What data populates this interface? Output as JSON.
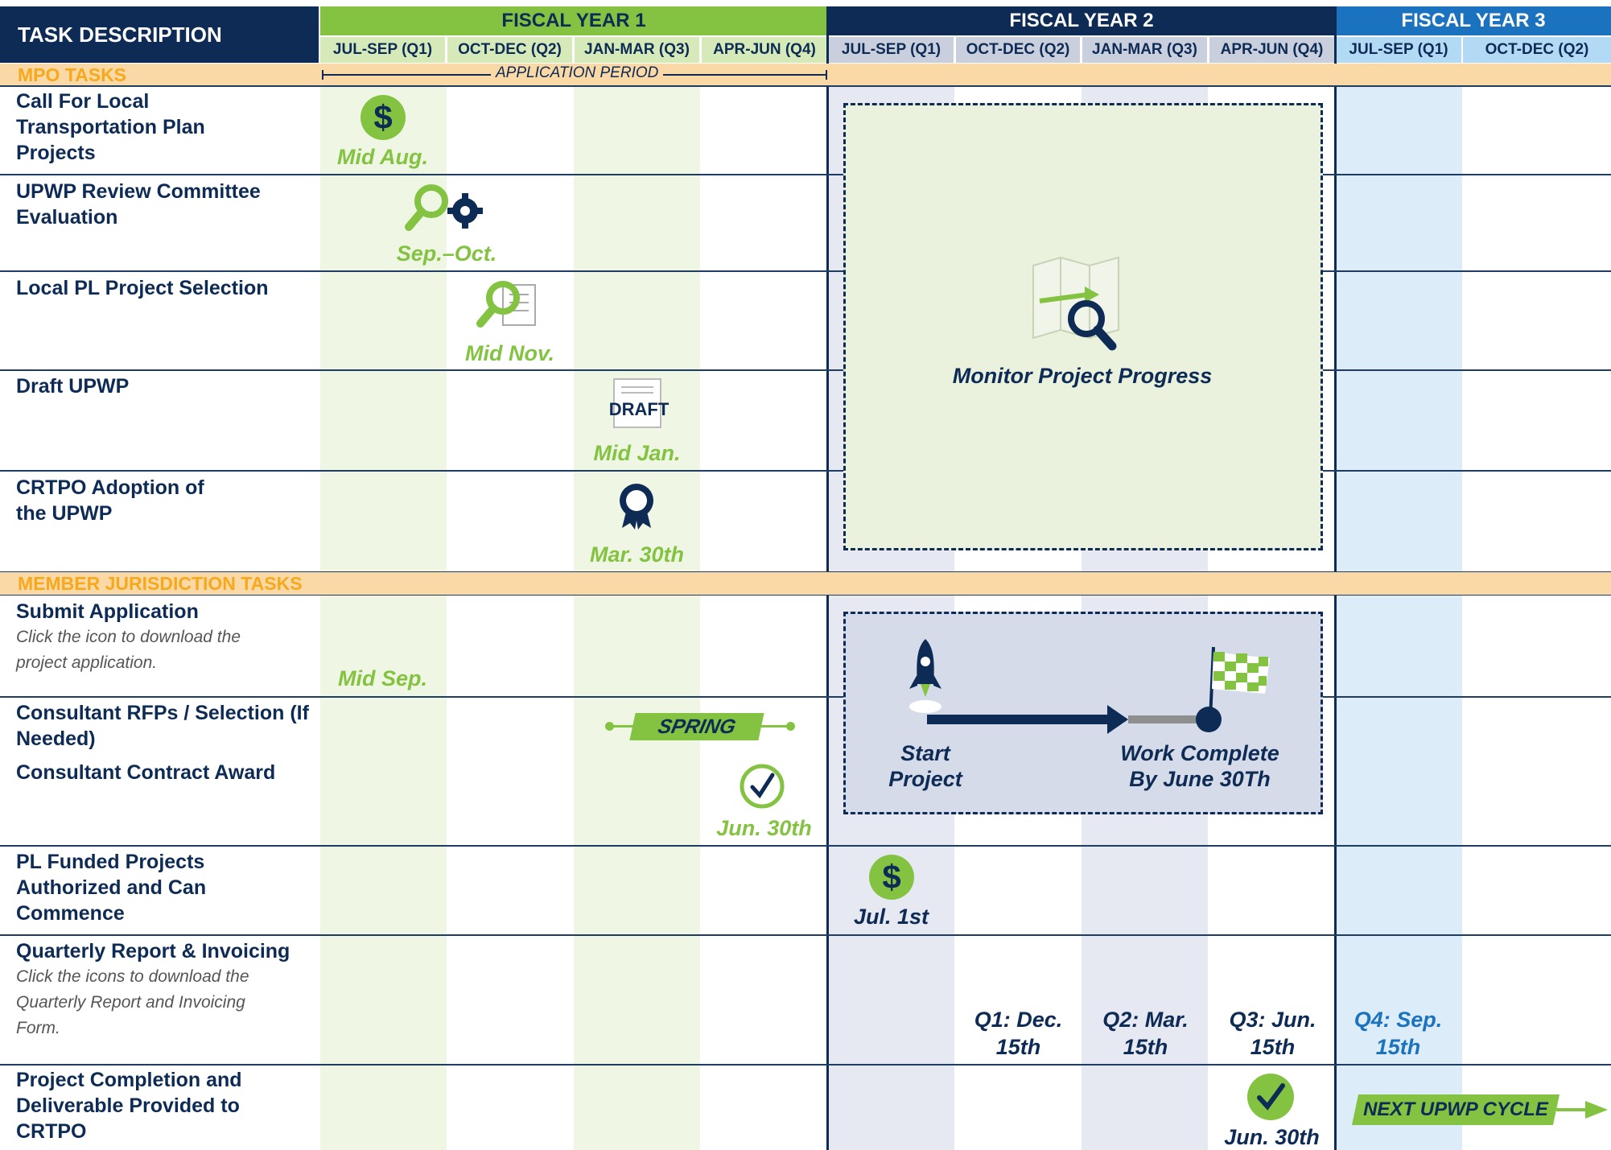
{
  "header": {
    "task_description": "TASK DESCRIPTION",
    "fy1": "FISCAL YEAR 1",
    "fy2": "FISCAL YEAR 2",
    "fy3": "FISCAL YEAR 3",
    "quarters": [
      "JUL-SEP (Q1)",
      "OCT-DEC (Q2)",
      "JAN-MAR (Q3)",
      "APR-JUN (Q4)",
      "JUL-SEP (Q1)",
      "OCT-DEC (Q2)",
      "JAN-MAR (Q3)",
      "APR-JUN (Q4)",
      "JUL-SEP (Q1)",
      "OCT-DEC (Q2)"
    ]
  },
  "sections": {
    "mpo": "MPO TASKS",
    "member": "MEMBER JURISDICTION TASKS",
    "application_period": "APPLICATION PERIOD"
  },
  "tasks": {
    "t1": "Call For Local Transportation Plan Projects",
    "t2": "UPWP Review Committee Evaluation",
    "t3": "Local PL Project Selection",
    "t4": "Draft UPWP",
    "t5": "CRTPO Adoption of the UPWP",
    "t6": "Submit Application",
    "t6_sub": "Click the icon to download the project application.",
    "t7": "Consultant RFPs / Selection (If Needed)",
    "t8": "Consultant Contract Award",
    "t9": "PL Funded Projects Authorized and Can Commence",
    "t10": "Quarterly Report & Invoicing",
    "t10_sub": "Click the icons to download the Quarterly Report and Invoicing Form.",
    "t11": "Project Completion and Deliverable Provided to CRTPO"
  },
  "milestones": {
    "m1": "Mid Aug.",
    "m2": "Sep.–Oct.",
    "m3": "Mid Nov.",
    "m4": "Mid Jan.",
    "m5": "Mar. 30th",
    "m6": "Mid Sep.",
    "spring": "SPRING",
    "m8": "Jun. 30th",
    "m9": "Jul. 1st",
    "q1": "Q1: Dec. 15th",
    "q2": "Q2: Mar. 15th",
    "q3": "Q3: Jun. 15th",
    "q4": "Q4: Sep. 15th",
    "m11": "Jun. 30th",
    "next_cycle": "NEXT UPWP CYCLE",
    "monitor": "Monitor Project Progress",
    "start": "Start Project",
    "work_complete": "Work Complete By June 30Th",
    "draft": "DRAFT"
  },
  "colors": {
    "navy": "#0d2b55",
    "green": "#84c341",
    "orange": "#f7a81b",
    "blue": "#1b73bf"
  }
}
